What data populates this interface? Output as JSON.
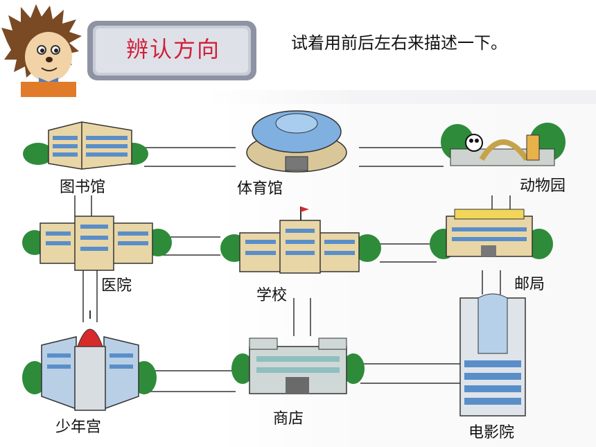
{
  "header": {
    "title": "辨认方向",
    "instruction": "试着用前后左右来描述一下。"
  },
  "map": {
    "row1": [
      "图书馆",
      "体育馆",
      "动物园"
    ],
    "row2": [
      "医院",
      "学校",
      "邮局"
    ],
    "row3": [
      "少年宫",
      "商店",
      "电影院"
    ]
  },
  "colors": {
    "title_text": "#d0203a",
    "title_card": "#c9ccd6",
    "road": "#333333",
    "building_blue": "#5a8ec9",
    "tree_green": "#2e8b3a",
    "flag_red": "#d82a2a"
  },
  "icons": [
    "hedgehog-mascot",
    "library-building",
    "stadium-building",
    "zoo-gate",
    "hospital-building",
    "school-building",
    "post-office-building",
    "youth-palace-building",
    "shop-building",
    "cinema-building"
  ]
}
